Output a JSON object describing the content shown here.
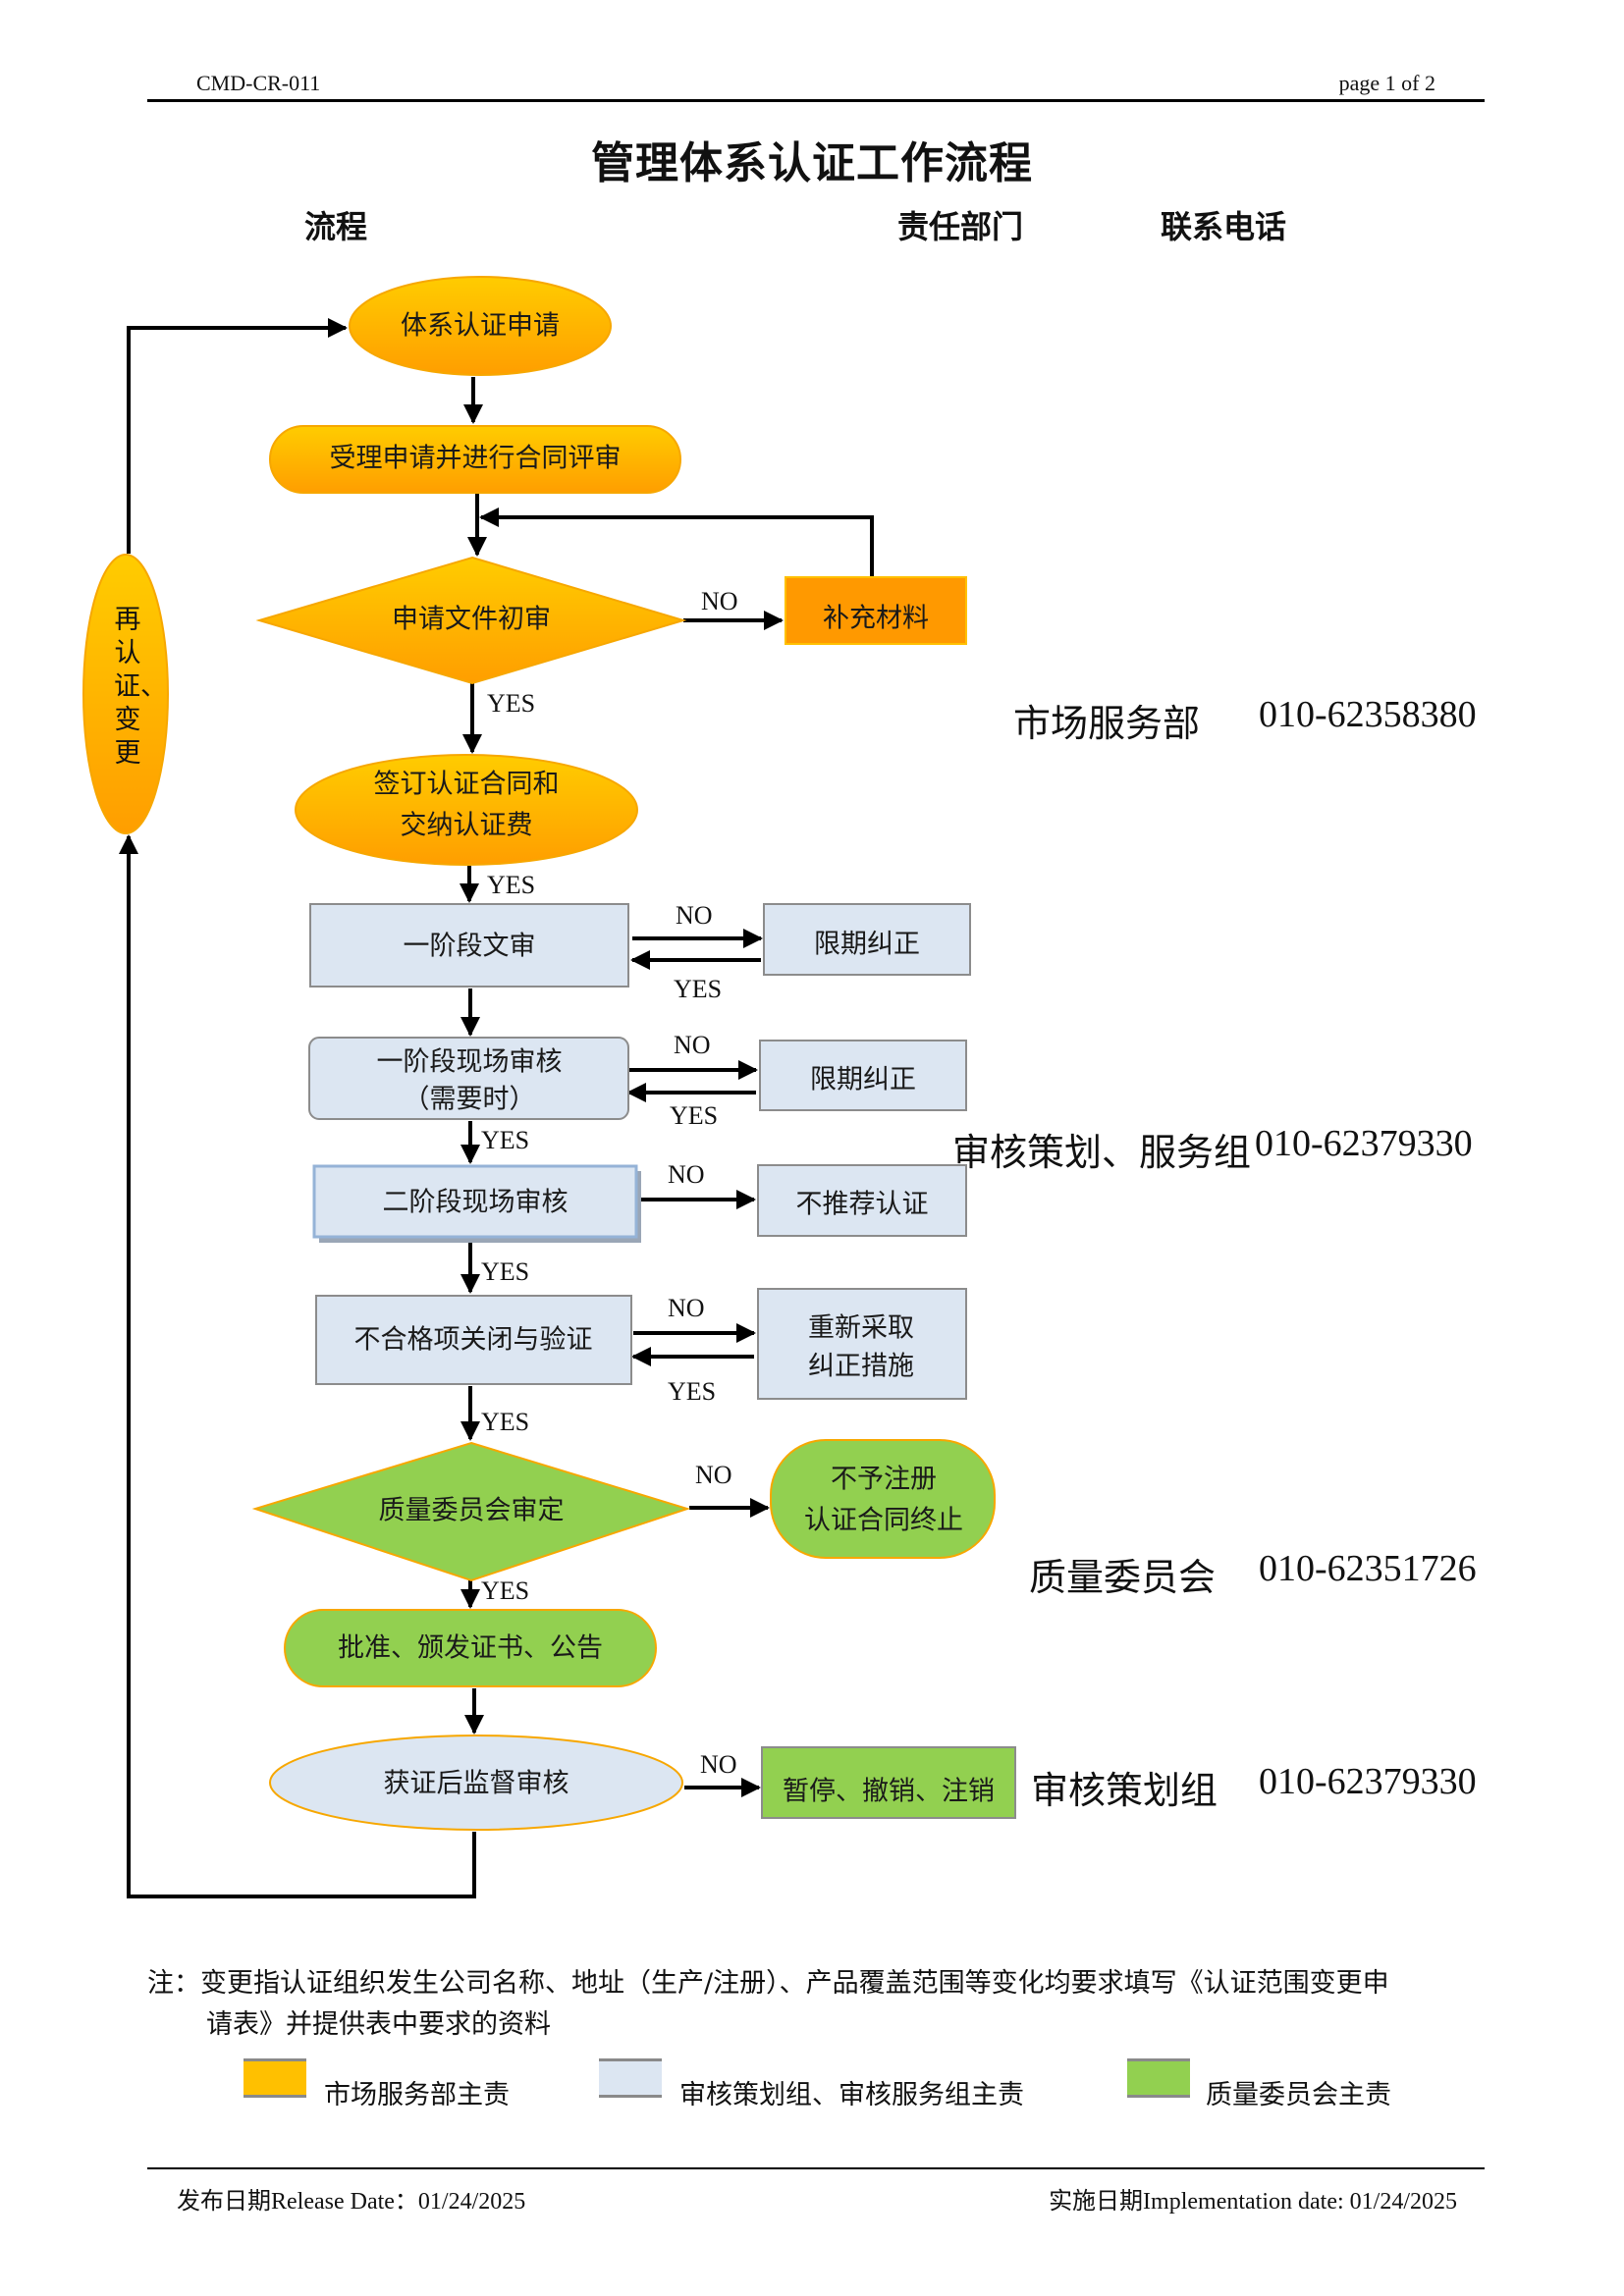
{
  "header": {
    "doc_code": "CMD-CR-011",
    "page": "page 1 of 2"
  },
  "title": "管理体系认证工作流程",
  "columns": {
    "flow": "流程",
    "department": "责任部门",
    "phone": "联系电话"
  },
  "colors": {
    "market_orange": "#FFC000",
    "market_orange_dark": "#FF9900",
    "audit_blue": "#DCE6F2",
    "quality_green": "#92D050",
    "border_orange": "#F7A700",
    "border_gray": "#8C8C8C"
  },
  "flow": {
    "loop_label": "再认证、变更",
    "apply": "体系认证申请",
    "accept": "受理申请并进行合同评审",
    "initial_review": "申请文件初审",
    "supplement": "补充材料",
    "contract_line1": "签订认证合同和",
    "contract_line2": "交纳认证费",
    "stage1_doc": "一阶段文审",
    "correct1": "限期纠正",
    "stage1_site_line1": "一阶段现场审核",
    "stage1_site_line2": "（需要时）",
    "correct2": "限期纠正",
    "stage2_site": "二阶段现场审核",
    "not_recommend": "不推荐认证",
    "nc_close": "不合格项关闭与验证",
    "redo_line1": "重新采取",
    "redo_line2": "纠正措施",
    "committee": "质量委员会审定",
    "reject_line1": "不予注册",
    "reject_line2": "认证合同终止",
    "approve": "批准、颁发证书、公告",
    "surveillance": "获证后监督审核",
    "suspend": "暂停、撤销、注销",
    "yes": "YES",
    "no": "NO"
  },
  "contacts": [
    {
      "dept": "市场服务部",
      "phone": "010-62358380"
    },
    {
      "dept": "审核策划、服务组",
      "phone": "010-62379330"
    },
    {
      "dept": "质量委员会",
      "phone": "010-62351726"
    },
    {
      "dept": "审核策划组",
      "phone": "010-62379330"
    }
  ],
  "note": {
    "line1": "注：变更指认证组织发生公司名称、地址（生产/注册）、产品覆盖范围等变化均要求填写《认证范围变更申",
    "line2": "请表》并提供表中要求的资料"
  },
  "legend": [
    {
      "label": "市场服务部主责",
      "color": "#FFC000"
    },
    {
      "label": "审核策划组、审核服务组主责",
      "color": "#DCE6F2"
    },
    {
      "label": "质量委员会主责",
      "color": "#92D050"
    }
  ],
  "footer": {
    "release": "发布日期Release Date：01/24/2025",
    "implementation": "实施日期Implementation date: 01/24/2025"
  }
}
